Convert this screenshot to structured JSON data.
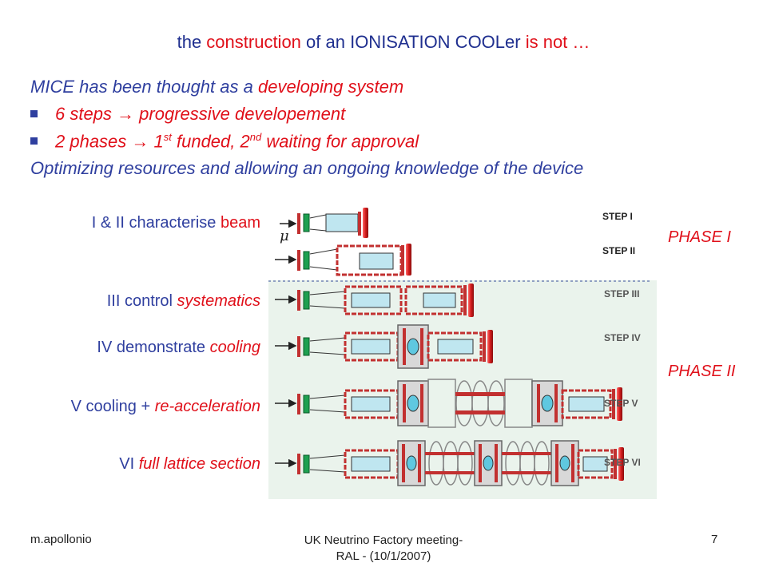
{
  "title": {
    "p1": "the ",
    "p2": "construction",
    "p3": " of  an IONISATION COOLer ",
    "p4": "is not …"
  },
  "intro": {
    "l1a": "MICE has been thought as a ",
    "l1b": "developing system",
    "b1": "6 steps → progressive developement",
    "b2a": "2 phases → 1",
    "b2sup1": "st",
    "b2b": " funded, 2",
    "b2sup2": "nd",
    "b2c": " waiting for approval",
    "l4": "Optimizing resources and allowing an ongoing knowledge of the device"
  },
  "steps": [
    {
      "pre": "I & II characterise ",
      "em": "beam"
    },
    {
      "pre": "III control ",
      "em": "systematics"
    },
    {
      "pre": "IV demonstrate ",
      "em": "cooling"
    },
    {
      "pre": "V cooling + ",
      "em": "re-acceleration"
    },
    {
      "pre": "VI ",
      "em": "full lattice section"
    }
  ],
  "diagram": {
    "mu": "μ",
    "tags": [
      "STEP I",
      "STEP II",
      "STEP III",
      "STEP IV",
      "STEP V",
      "STEP VI"
    ]
  },
  "phases": {
    "p1": "PHASE I",
    "p2": "PHASE II"
  },
  "footer": {
    "author": "m.apollonio",
    "event_l1": "UK Neutrino Factory meeting-",
    "event_l2": "RAL - (10/1/2007)",
    "page": "7"
  },
  "colors": {
    "text_blue": "#2f3f9f",
    "accent_red": "#e0101a",
    "diagram_bg": "#eaf3ec"
  }
}
